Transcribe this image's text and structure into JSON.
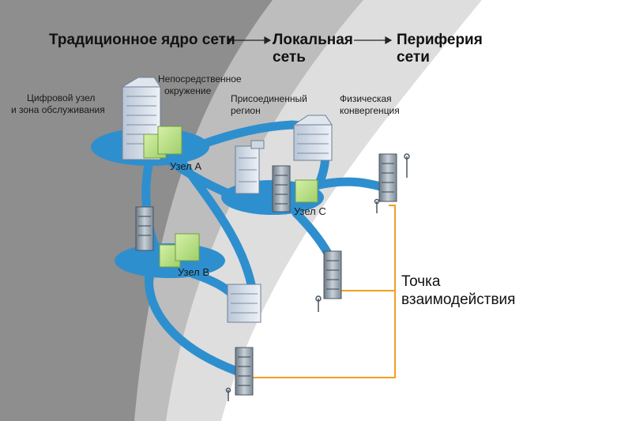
{
  "header": {
    "core": "Традиционное ядро сети",
    "local_line1": "Локальная",
    "local_line2": "сеть",
    "edge_line1": "Периферия",
    "edge_line2": "сети"
  },
  "labels": {
    "digital_node_line1": "Цифровой узел",
    "digital_node_line2": "и зона обслуживания",
    "immediate_env_line1": "Непосредственное",
    "immediate_env_line2": "окружение",
    "attached_region_line1": "Присоединенный",
    "attached_region_line2": "регион",
    "physical_conv_line1": "Физическая",
    "physical_conv_line2": "конвергенция"
  },
  "nodes": {
    "node_a": "Узел А",
    "node_b": "Узел В",
    "node_c": "Узел С"
  },
  "interaction": {
    "line1": "Точка",
    "line2": "взаимодействия"
  },
  "colors": {
    "zone_core": "#8e8e8e",
    "zone_local": "#bdbdbd",
    "zone_edge": "#dcdcdc",
    "network_blue": "#2f8fce",
    "link_orange": "#f2a01e"
  }
}
